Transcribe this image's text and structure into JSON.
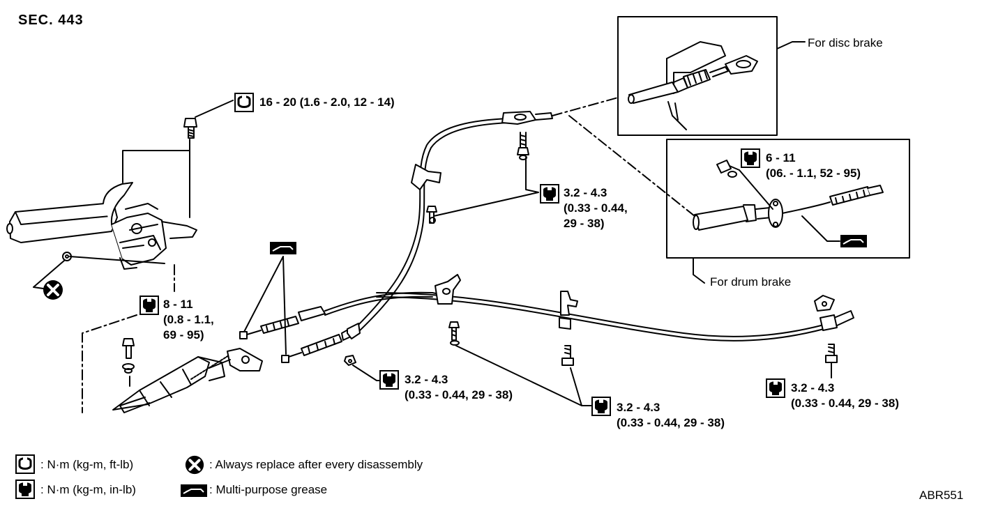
{
  "section": "SEC. 443",
  "figure_code": "ABR551",
  "callouts": {
    "disc_brake": "For disc brake",
    "drum_brake": "For drum brake"
  },
  "torques": {
    "lever_bolt": {
      "icon": "torque-nm-kgm-ftlb-icon",
      "line1": "16 - 20 (1.6 - 2.0, 12 - 14)"
    },
    "bracket_bolt": {
      "icon": "torque-nm-kgm-inlb-icon",
      "line1": "8 - 11",
      "line2": "(0.8 - 1.1,",
      "line3": "69 - 95)"
    },
    "upper_clamp": {
      "icon": "torque-nm-kgm-inlb-icon",
      "line1": "3.2 - 4.3",
      "line2": "(0.33 - 0.44,",
      "line3": "29 - 38)"
    },
    "drum_backplate": {
      "icon": "torque-nm-kgm-inlb-icon",
      "line1": "6 - 11",
      "line2": "(06. - 1.1, 52 - 95)"
    },
    "front_nut": {
      "icon": "torque-nm-kgm-inlb-icon",
      "line1": "3.2 - 4.3",
      "line2": "(0.33 - 0.44, 29 - 38)"
    },
    "middle_clamps": {
      "icon": "torque-nm-kgm-inlb-icon",
      "line1": "3.2 - 4.3",
      "line2": "(0.33 - 0.44, 29 - 38)"
    },
    "rear_clamp": {
      "icon": "torque-nm-kgm-inlb-icon",
      "line1": "3.2 - 4.3",
      "line2": "(0.33 - 0.44, 29 - 38)"
    }
  },
  "legend": {
    "nm_ftlb": ": N·m (kg-m, ft-lb)",
    "nm_inlb": ": N·m (kg-m, in-lb)",
    "replace": ": Always replace after every disassembly",
    "grease": ": Multi-purpose grease"
  }
}
